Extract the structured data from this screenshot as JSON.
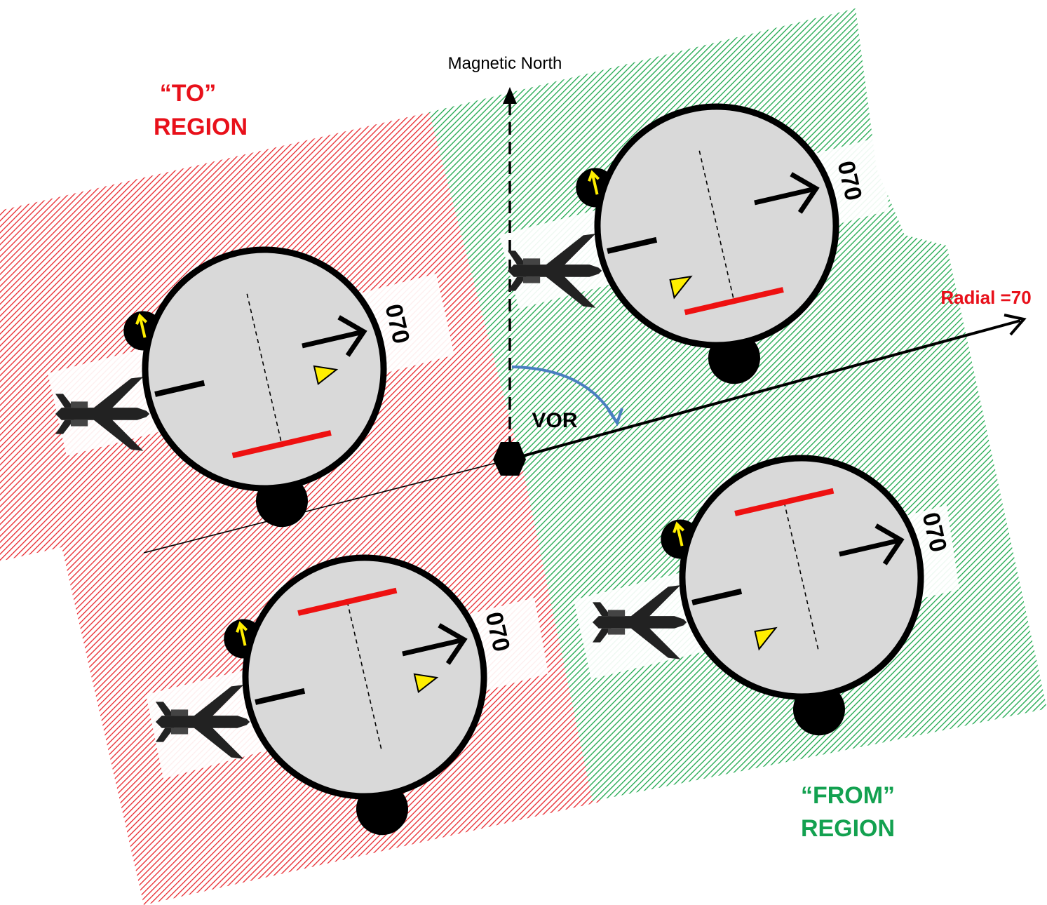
{
  "labels": {
    "magnetic_north": "Magnetic North",
    "to_region_line1": "“TO”",
    "to_region_line2": "REGION",
    "from_region_line1": "“FROM”",
    "from_region_line2": "REGION",
    "radial": "Radial =70",
    "vor": "VOR"
  },
  "instrument": {
    "course": "070"
  },
  "colors": {
    "to_region": "#e8262c",
    "from_region": "#1aa64a",
    "radial_label": "#e8101a",
    "from_label": "#13a150",
    "needle": "#ee1111",
    "flag": "#ffee00",
    "bearing_arc": "#4a7fc1",
    "dial_face": "#d9d9d9"
  },
  "icons": {
    "aircraft": "aircraft-icon",
    "to_flag": "to-flag-icon",
    "from_flag": "from-flag-icon",
    "course_arrow": "course-arrow-icon",
    "vor_station": "vor-station-icon"
  }
}
